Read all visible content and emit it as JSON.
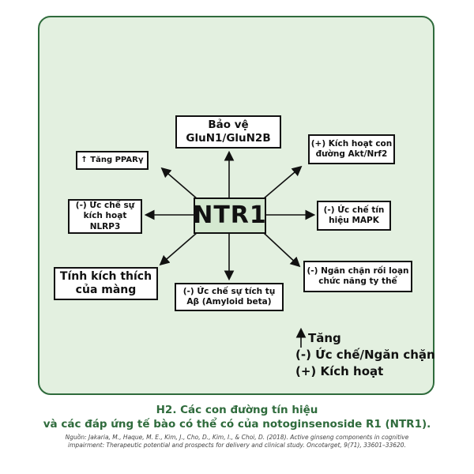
{
  "center": {
    "label": "NTR1"
  },
  "nodes": {
    "top": "Bảo vệ\nGluN1/GluN2B",
    "ppar": "↑ Tăng PPARγ",
    "akt": "(+) Kích hoạt con\nđường Akt/Nrf2",
    "nlrp3": "(-) Ức chế sự\nkích hoạt\nNLRP3",
    "mapk": "(-) Ức chế tín\nhiệu MAPK",
    "membrane": "Tính kích thích\ncủa màng",
    "amyloid": "(-) Ức chế sự tích tụ\nAβ (Amyloid beta)",
    "mito": "(-) Ngăn chặn rối loạn\nchức năng ty thể"
  },
  "legend": {
    "increase": "Tăng",
    "inhibit": "(-) Ức chế/Ngăn chặn",
    "activate": "(+) Kích hoạt"
  },
  "caption": {
    "line1": "H2. Các con đường tín hiệu",
    "line2": "và các đáp ứng tế bào có thể có của notoginsenoside R1 (NTR1).",
    "source1": "Nguồn: Jakaria, M., Haque, M. E., Kim, J., Cho, D., Kim, I., & Choi, D. (2018). Active ginseng components in cognitive",
    "source2": "impairment: Therapeutic potential and prospects for delivery and clinical study. Oncotarget, 9(71), 33601–33620."
  },
  "colors": {
    "panel": "#e3f0e0",
    "border": "#2f6b3c",
    "center": "#d4e8d0",
    "caption": "#2f6b3c"
  }
}
